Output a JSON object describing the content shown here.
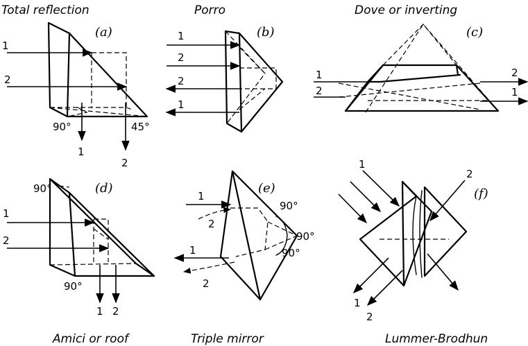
{
  "panels": {
    "a": {
      "title": "Total reflection",
      "sub": "(a)",
      "ray1": "1",
      "ray2": "2",
      "angle1": "90°",
      "angle2": "45°",
      "out1": "1",
      "out2": "2"
    },
    "b": {
      "title": "Porro",
      "sub": "(b)",
      "ray1": "1",
      "ray2": "2",
      "back2": "2",
      "back1": "1"
    },
    "c": {
      "title": "Dove or inverting",
      "sub": "(c)",
      "in1": "1",
      "in2": "2",
      "out2": "2",
      "out1": "1"
    },
    "d": {
      "title": "Amici or roof",
      "sub": "(d)",
      "ray1": "1",
      "ray2": "2",
      "angle_top": "90°",
      "angle_bottom": "90°",
      "out1": "1",
      "out2": "2"
    },
    "e": {
      "title": "Triple mirror",
      "sub": "(e)",
      "ray1": "1",
      "ray2": "2",
      "back1": "1",
      "back2": "2",
      "angle1": "90°",
      "angle2": "90°",
      "angle3": "90°"
    },
    "f": {
      "title": "Lummer-Brodhun",
      "sub": "(f)",
      "in1": "1",
      "in2": "2",
      "out1": "1",
      "out2": "2"
    }
  }
}
